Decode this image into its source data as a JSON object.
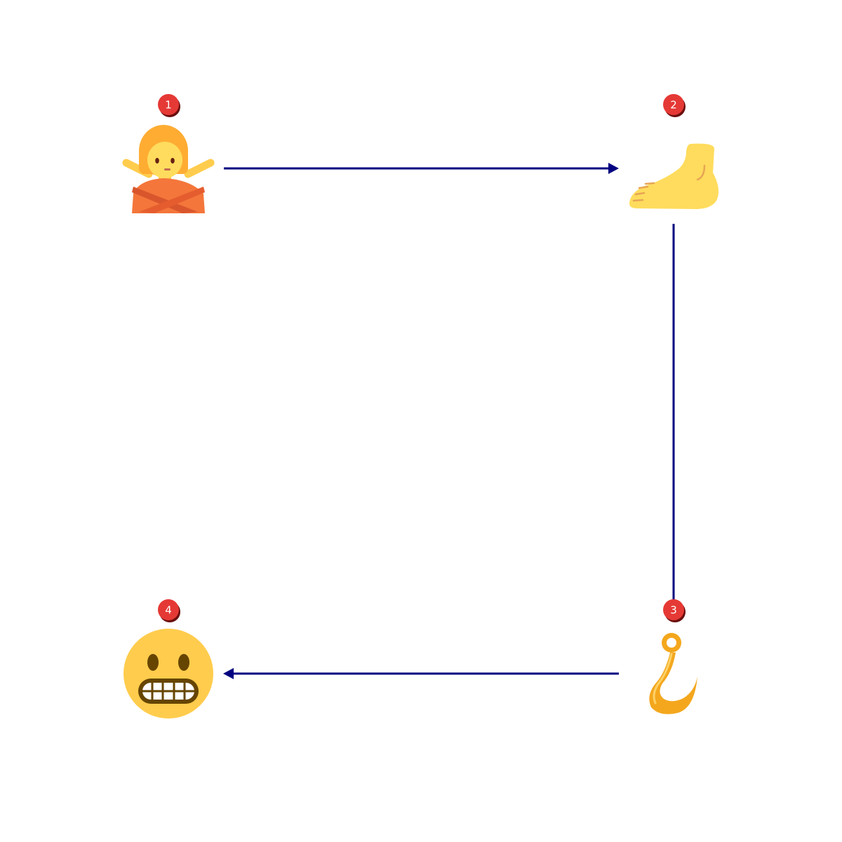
{
  "diagram": {
    "type": "flow",
    "colors": {
      "arrow": "#000080",
      "badge_fill": "#e53935",
      "badge_shadow": "#6b0f0f",
      "badge_text": "#ffffff"
    },
    "nodes": [
      {
        "id": "1",
        "number": "1",
        "icon": "person-gesturing-no-icon"
      },
      {
        "id": "2",
        "number": "2",
        "icon": "foot-icon"
      },
      {
        "id": "3",
        "number": "3",
        "icon": "hook-icon"
      },
      {
        "id": "4",
        "number": "4",
        "icon": "grimacing-face-icon"
      }
    ],
    "edges": [
      {
        "from": "1",
        "to": "2",
        "arrowhead": true
      },
      {
        "from": "2",
        "to": "3",
        "arrowhead": false
      },
      {
        "from": "3",
        "to": "4",
        "arrowhead": true
      }
    ]
  }
}
